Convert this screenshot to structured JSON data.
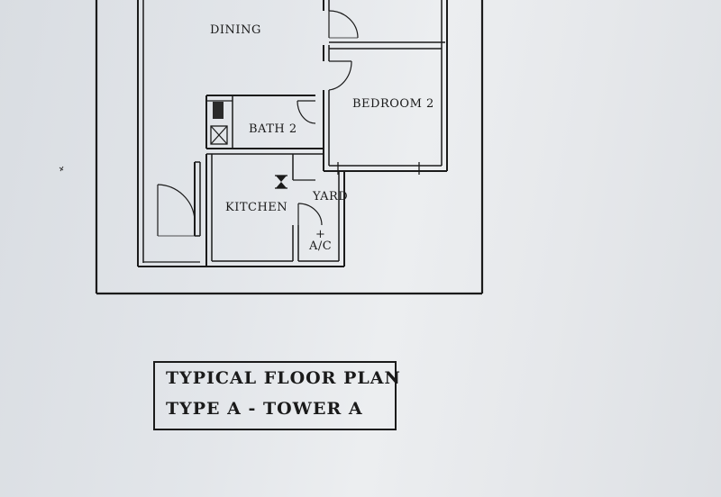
{
  "rooms": {
    "dining": "DINING",
    "bedroom2": "BEDROOM 2",
    "bath2": "BATH 2",
    "kitchen": "KITCHEN",
    "yard": "YARD",
    "ac": "A/C",
    "ac_symbol": "+"
  },
  "title": {
    "line1": "TYPICAL FLOOR PLAN",
    "line2": "TYPE A - TOWER A"
  }
}
